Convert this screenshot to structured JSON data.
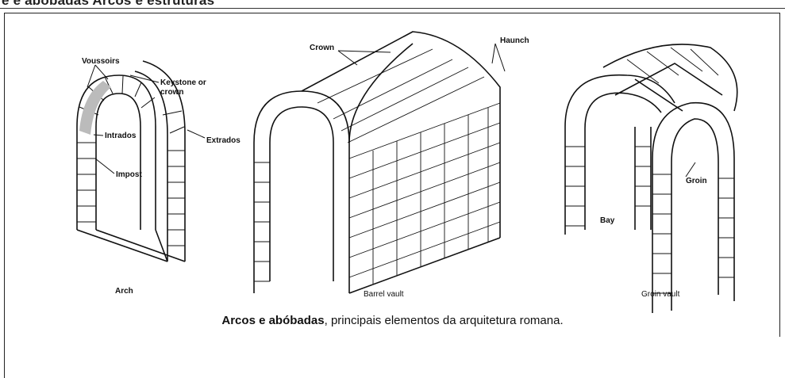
{
  "figure": {
    "arch": {
      "title": "Arch",
      "labels": {
        "voussoirs": "Voussoirs",
        "keystone": "Keystone or",
        "keystone_2": "crown",
        "intrados": "Intrados",
        "extrados": "Extrados",
        "impost": "Impost"
      }
    },
    "barrel": {
      "title": "Barrel vault",
      "labels": {
        "crown": "Crown",
        "haunch": "Haunch"
      }
    },
    "groin": {
      "title": "Groin vault",
      "labels": {
        "groin": "Groin",
        "bay": "Bay"
      }
    }
  },
  "caption": {
    "bold": "Arcos e abóbadas",
    "rest": ", principais elementos da arquitetura romana."
  }
}
